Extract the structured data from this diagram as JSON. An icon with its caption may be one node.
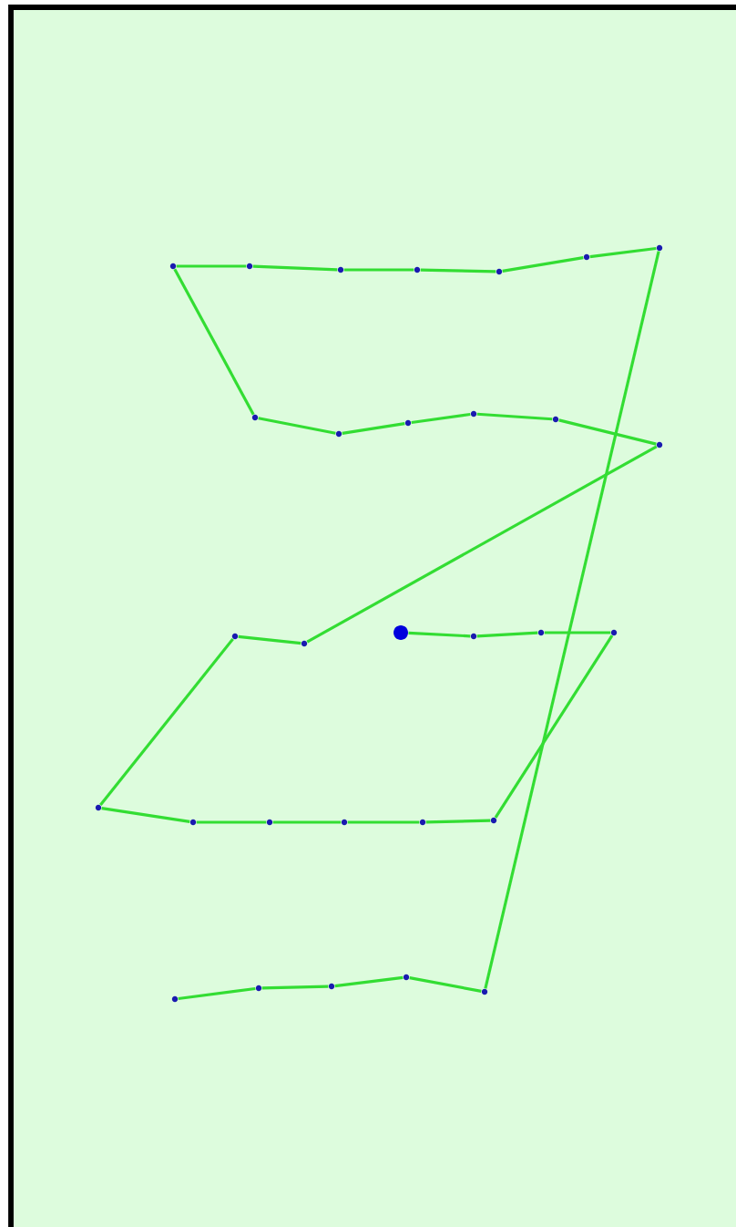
{
  "diagram": {
    "nodes": [
      {
        "text": [],
        "shape": "circle"
      },
      {
        "text": [],
        "shape": "circle"
      },
      {
        "text": [],
        "shape": "circle"
      },
      {
        "text": [],
        "shape": "circle"
      },
      {
        "text": [],
        "shape": "circle"
      },
      {
        "text": [],
        "shape": "circle"
      },
      {
        "text": [],
        "shape": "circle"
      },
      {
        "text": [],
        "shape": "circle"
      },
      {
        "text": [],
        "shape": "circle"
      },
      {
        "text": [],
        "shape": "circle"
      },
      {
        "text": [],
        "shape": "circle"
      },
      {
        "text": [],
        "shape": "circle"
      },
      {
        "text": [],
        "shape": "circle"
      },
      {
        "text": [],
        "shape": "circle"
      },
      {
        "text": [],
        "shape": "circle"
      },
      {
        "text": [],
        "shape": "circle"
      },
      {
        "text": [],
        "shape": "circle"
      },
      {
        "text": [],
        "shape": "circle"
      },
      {
        "text": [],
        "shape": "circle"
      },
      {
        "text": [],
        "shape": "circle"
      },
      {
        "text": [],
        "shape": "circle"
      },
      {
        "text": [],
        "shape": "circle"
      },
      {
        "text": [],
        "shape": "circle"
      },
      {
        "text": [],
        "shape": "circle"
      },
      {
        "text": [],
        "shape": "circle"
      },
      {
        "text": [],
        "shape": "circle"
      },
      {
        "text": [],
        "shape": "circle"
      },
      {
        "text": [],
        "shape": "circle"
      },
      {
        "text": [],
        "shape": "circle"
      },
      {
        "text": [],
        "shape": "circle"
      }
    ],
    "edges": [
      {
        "from": 0,
        "to": 1,
        "arrow": "none"
      },
      {
        "from": 1,
        "to": 2,
        "arrow": "none"
      },
      {
        "from": 2,
        "to": 3,
        "arrow": "none"
      },
      {
        "from": 3,
        "to": 4,
        "arrow": "none"
      },
      {
        "from": 4,
        "to": 5,
        "arrow": "none"
      },
      {
        "from": 5,
        "to": 6,
        "arrow": "none"
      },
      {
        "from": 6,
        "to": 7,
        "arrow": "none"
      },
      {
        "from": 7,
        "to": 8,
        "arrow": "none"
      },
      {
        "from": 8,
        "to": 9,
        "arrow": "none"
      },
      {
        "from": 9,
        "to": 10,
        "arrow": "none"
      },
      {
        "from": 10,
        "to": 11,
        "arrow": "none"
      },
      {
        "from": 11,
        "to": 12,
        "arrow": "none"
      },
      {
        "from": 12,
        "to": 13,
        "arrow": "none"
      },
      {
        "from": 13,
        "to": 14,
        "arrow": "none"
      },
      {
        "from": 14,
        "to": 15,
        "arrow": "none"
      },
      {
        "from": 15,
        "to": 16,
        "arrow": "none"
      },
      {
        "from": 16,
        "to": 17,
        "arrow": "none"
      },
      {
        "from": 17,
        "to": 18,
        "arrow": "none"
      },
      {
        "from": 18,
        "to": 19,
        "arrow": "none"
      },
      {
        "from": 19,
        "to": 20,
        "arrow": "none"
      },
      {
        "from": 20,
        "to": 21,
        "arrow": "none"
      },
      {
        "from": 21,
        "to": 22,
        "arrow": "none"
      },
      {
        "from": 22,
        "to": 23,
        "arrow": "none"
      },
      {
        "from": 23,
        "to": 24,
        "arrow": "none"
      },
      {
        "from": 24,
        "to": 25,
        "arrow": "none"
      },
      {
        "from": 25,
        "to": 26,
        "arrow": "none"
      },
      {
        "from": 26,
        "to": 27,
        "arrow": "none"
      },
      {
        "from": 27,
        "to": 28,
        "arrow": "none"
      },
      {
        "from": 28,
        "to": 29,
        "arrow": "none"
      }
    ]
  }
}
